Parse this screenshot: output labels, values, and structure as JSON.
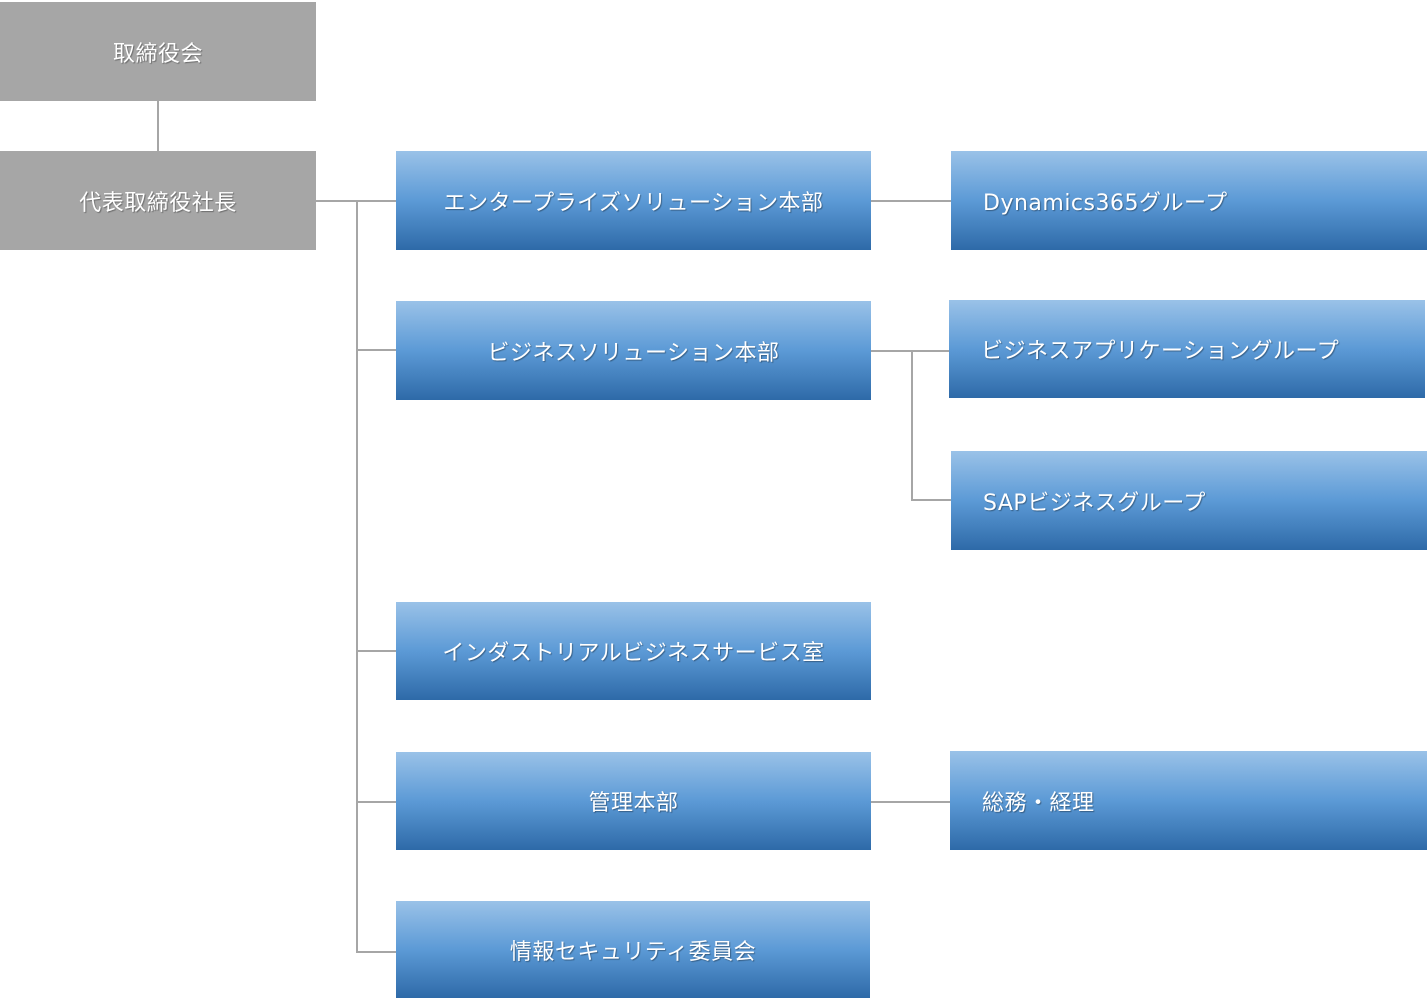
{
  "board": {
    "label": "取締役会"
  },
  "president": {
    "label": "代表取締役社長"
  },
  "divisions": [
    {
      "label": "エンタープライズソリューション本部"
    },
    {
      "label": "ビジネスソリューション本部"
    },
    {
      "label": "インダストリアルビジネスサービス室"
    },
    {
      "label": "管理本部"
    },
    {
      "label": "情報セキュリティ委員会"
    }
  ],
  "groups": [
    {
      "label": "Dynamics365グループ"
    },
    {
      "label": "ビジネスアプリケーショングループ"
    },
    {
      "label": "SAPビジネスグループ"
    },
    {
      "label": "総務・経理"
    }
  ],
  "colors": {
    "executive_box": "#a6a6a6",
    "division_box_top": "#9ac2e8",
    "division_box_bottom": "#2e6aa8",
    "connector": "#a6a6a6"
  }
}
